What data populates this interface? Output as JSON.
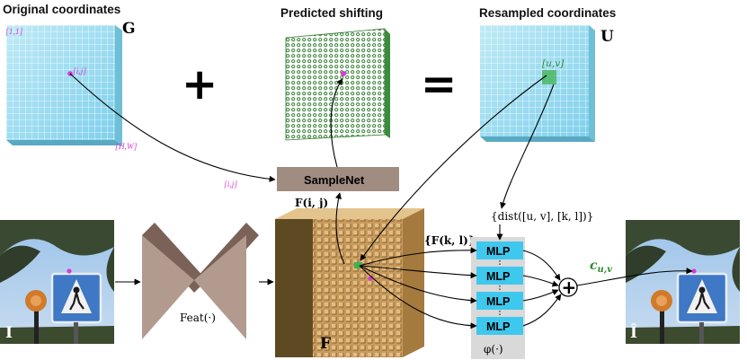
{
  "headers": {
    "original": "Original coordinates",
    "predicted": "Predicted shifting",
    "resampled": "Resampled coordinates"
  },
  "grid_labels": {
    "G": "G",
    "U": "U",
    "corner_start": "[1,1]",
    "corner_end": "[H,W]",
    "point_ij": "[i,j]",
    "point_uv": "[u,v]",
    "ij_input": "[i,j]"
  },
  "operators": {
    "plus": "+",
    "equals": "="
  },
  "samplenet": {
    "label": "SampleNet",
    "feature_label": "F(i, j)"
  },
  "feat": {
    "label": "Feat(·)"
  },
  "feature_map": {
    "label": "F",
    "neighbors_label": "{F(k, l)}"
  },
  "dist_label": "{dist([u, v], [k, l])}",
  "mlp": {
    "labels": [
      "MLP",
      "MLP",
      "MLP",
      "MLP"
    ],
    "phi": "φ(·)"
  },
  "output": {
    "label": "c_{u,v}",
    "sum_symbol": "+"
  },
  "images": {
    "input_label": "I",
    "output_label": "Î"
  },
  "colors": {
    "grid_blue": "#9fdcf0",
    "grid_shift": "#2f7d2f",
    "magenta": "#d63cd6",
    "mlp_box": "#3fc8ee",
    "mlp_panel": "#d9d9d9",
    "samplenet_box": "#a08c80",
    "feat_shape": "#b39a8e",
    "cube_front": "#c9a064",
    "output_green": "#2e8b2e"
  }
}
